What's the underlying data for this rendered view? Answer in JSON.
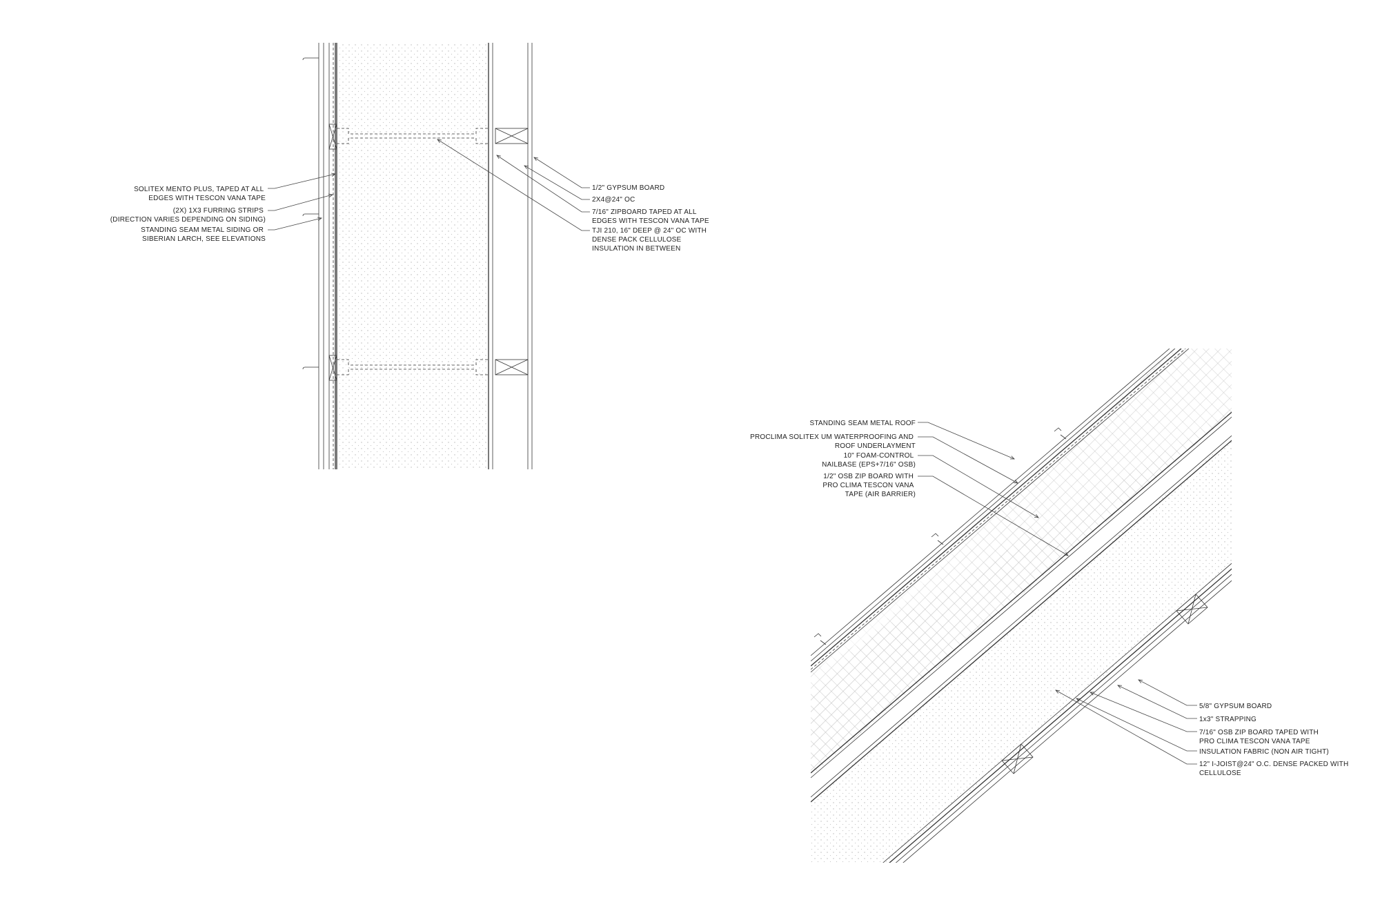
{
  "wall_detail": {
    "left_labels": [
      [
        "SOLITEX MENTO PLUS, TAPED AT ALL",
        "EDGES WITH TESCON VANA TAPE"
      ],
      [
        "(2X) 1X3 FURRING STRIPS",
        "(DIRECTION VARIES DEPENDING ON SIDING)"
      ],
      [
        "STANDING SEAM METAL SIDING OR",
        "SIBERIAN LARCH, SEE ELEVATIONS"
      ]
    ],
    "right_labels": [
      [
        "1/2\" GYPSUM BOARD"
      ],
      [
        "2X4@24\" OC"
      ],
      [
        "7/16\" ZIPBOARD TAPED AT ALL",
        "EDGES WITH TESCON VANA TAPE"
      ],
      [
        "TJI 210, 16\" DEEP @ 24\" OC WITH",
        "DENSE PACK CELLULOSE",
        "INSULATION IN BETWEEN"
      ]
    ]
  },
  "roof_detail": {
    "left_labels": [
      [
        "STANDING SEAM METAL ROOF"
      ],
      [
        "PROCLIMA SOLITEX UM WATERPROOFING AND",
        "ROOF UNDERLAYMENT"
      ],
      [
        "10\" FOAM-CONTROL",
        "NAILBASE (EPS+7/16\" OSB)"
      ],
      [
        "1/2\" OSB ZIP BOARD WITH",
        "PRO CLIMA TESCON VANA",
        "TAPE (AIR BARRIER)"
      ]
    ],
    "right_labels": [
      [
        "5/8\" GYPSUM BOARD"
      ],
      [
        "1x3\" STRAPPING"
      ],
      [
        "7/16\" OSB ZIP BOARD TAPED WITH",
        "PRO CLIMA TESCON VANA TAPE"
      ],
      [
        "INSULATION FABRIC (NON AIR TIGHT)"
      ],
      [
        "12\" I-JOIST@24\" O.C. DENSE PACKED WITH",
        "CELLULOSE"
      ]
    ]
  },
  "colors": {
    "line": "#333333",
    "text": "#222222",
    "hatch": "#bdbdbd"
  }
}
